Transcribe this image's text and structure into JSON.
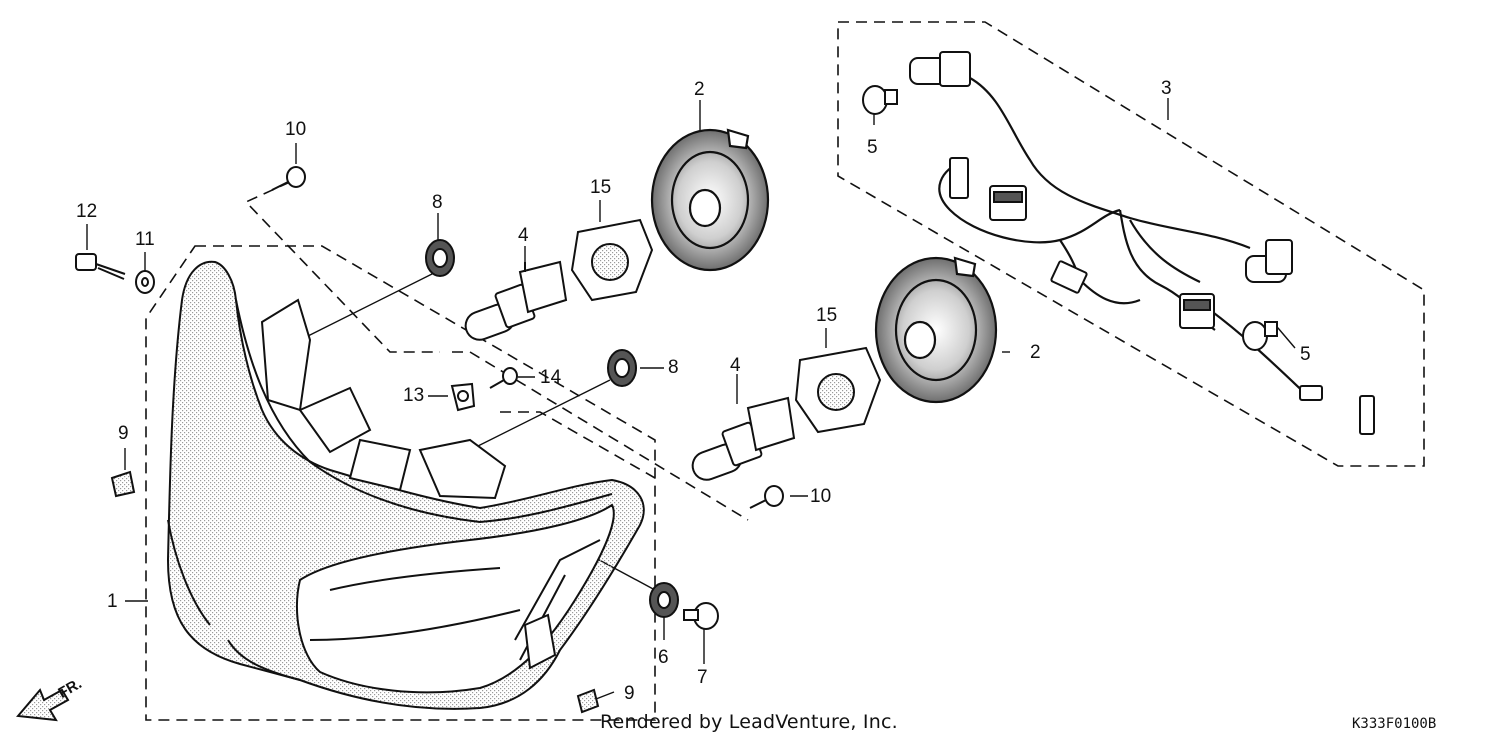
{
  "callouts": {
    "c1": "1",
    "c2a": "2",
    "c2b": "2",
    "c3": "3",
    "c4a": "4",
    "c4b": "4",
    "c5a": "5",
    "c5b": "5",
    "c6": "6",
    "c7": "7",
    "c8a": "8",
    "c8b": "8",
    "c9a": "9",
    "c9b": "9",
    "c10a": "10",
    "c10b": "10",
    "c11": "11",
    "c12": "12",
    "c13": "13",
    "c14": "14",
    "c15a": "15",
    "c15b": "15"
  },
  "direction_label": "FR.",
  "credit": "Rendered by LeadVenture, Inc.",
  "diagram_code": "K333F0100B",
  "colors": {
    "ink": "#111111",
    "stipple": "#9a9a9a",
    "paper": "#ffffff"
  }
}
